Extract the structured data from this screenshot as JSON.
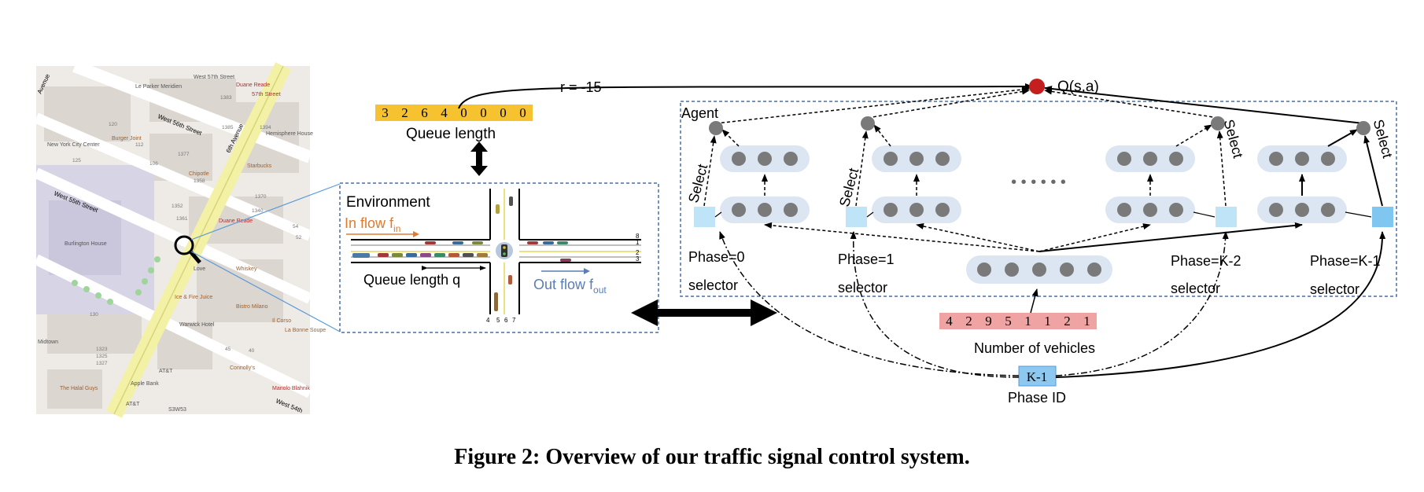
{
  "map": {
    "streets": [
      "West 57th Street",
      "West 56th Street",
      "West 55th Street",
      "West 54th",
      "6th Avenue",
      "57th Street",
      "Avenue"
    ],
    "places": [
      "Le Parker Meridien",
      "West 57th Street",
      "Duane Reade",
      "Burger Joint",
      "New York City Center",
      "Chipotle",
      "Starbucks",
      "Hemisphere House",
      "Burlington House",
      "Love",
      "Duane Reade",
      "Ice & Fire Juice",
      "Bistro Milano",
      "Whiskey",
      "Warwick Hotel",
      "Il Corso",
      "La Bonne Soupe",
      "Connolly's",
      "AT&T",
      "Apple Bank",
      "The Halal Guys",
      "AT&T",
      "Manolo Blahnik",
      "Midtown",
      "S3W53"
    ],
    "lot_numbers": [
      "120",
      "112",
      "106",
      "125",
      "1383",
      "1385",
      "1377",
      "1394",
      "1370",
      "1358",
      "1361",
      "1352",
      "1340",
      "130",
      "1323",
      "1325",
      "1327",
      "45",
      "40",
      "54",
      "52"
    ]
  },
  "queue": {
    "values": [
      "3",
      "2",
      "6",
      "4",
      "0",
      "0",
      "0",
      "0"
    ],
    "label": "Queue length",
    "reward": "r = -15"
  },
  "environment": {
    "title": "Environment",
    "inflow": "In flow f",
    "inflow_sub": "in",
    "queue_label": "Queue length q",
    "outflow": "Out flow f",
    "outflow_sub": "out",
    "lane_nums_right": [
      "8",
      "1",
      "2",
      "3"
    ],
    "lane_nums_bottom": [
      "4",
      "5",
      "6",
      "7"
    ]
  },
  "agent": {
    "title": "Agent",
    "q_label": "Q(s,a)",
    "select": "Select",
    "ellipsis": "• • • • • •",
    "selectors": [
      {
        "line1": "Phase=0",
        "line2": "selector"
      },
      {
        "line1": "Phase=1",
        "line2": "selector"
      },
      {
        "line1": "Phase=K-2",
        "line2": "selector"
      },
      {
        "line1": "Phase=K-1",
        "line2": "selector"
      }
    ]
  },
  "vehicles": {
    "values": [
      "4",
      "2",
      "9",
      "5",
      "1",
      "1",
      "2",
      "1"
    ],
    "label": "Number of vehicles"
  },
  "phase": {
    "value": "K-1",
    "label": "Phase ID"
  },
  "caption": "Figure 2: Overview of our traffic signal control system.",
  "colors": {
    "queue_cell": "#f6c230",
    "vehicle_cell": "#f0a3a3",
    "phase_box": "#8cc8f0",
    "selector_light": "#bfe3f7",
    "selector_dark": "#7fc6f0",
    "node": "#7a7a7a",
    "node_band": "#dce6f2",
    "q_node": "#c41e1e",
    "frame": "#4a6fa5",
    "inflow": "#e07a2e",
    "outflow": "#5a7db4"
  }
}
